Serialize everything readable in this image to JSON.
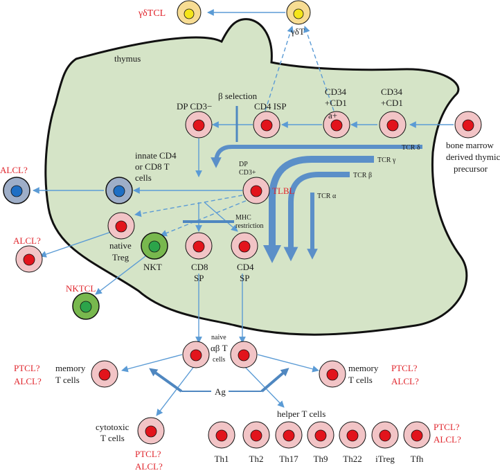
{
  "colors": {
    "thymus_fill": "#d5e4c7",
    "cell_pink": "#f2c4c6",
    "nucleus_red": "#e2141c",
    "gd_yellow": "#f7dc93",
    "gd_nucleus": "#f5e51a",
    "innate_grey": "#9eaec8",
    "innate_nucleus": "#1f6fc4",
    "nkt_green": "#78b84e",
    "nkt_nucleus": "#2ca44a",
    "arrow_blue": "#5b9bd5",
    "tcr_bar": "#5b8fc8",
    "malignancy_red": "#e0242b"
  },
  "labels": {
    "gdtcl": "γδTCL",
    "gdt": "γδT",
    "thymus": "thymus",
    "beta_selection": "β selection",
    "dp_cd3_minus": "DP CD3−",
    "cd4_isp": "CD4 ISP",
    "cd34_cd1a_1": "CD34",
    "cd34_cd1a_2": "+CD1",
    "cd34_cd1a_3": "a+",
    "cd34_cd1_1": "CD34",
    "cd34_cd1_2": "+CD1",
    "bm_1": "bone marrow",
    "bm_2": "derived thymic",
    "bm_3": "precursor",
    "tcr_delta": "TCR δ",
    "tcr_gamma": "TCR γ",
    "tcr_beta": "TCR β",
    "tcr_alpha": "TCR α",
    "dp_cd3_plus_1": "DP",
    "dp_cd3_plus_2": "CD3+",
    "innate_1": "innate CD4",
    "innate_2": "or CD8 T",
    "innate_3": "cells",
    "alcl_innate": "ALCL?",
    "tlbl": "TLBL",
    "mhc_1": "MHC",
    "mhc_2": "restriction",
    "alcl_treg": "ALCL?",
    "native_treg_1": "native",
    "native_treg_2": "Treg",
    "nkt": "NKT",
    "cd8_sp_1": "CD8",
    "cd8_sp_2": "SP",
    "cd4_sp_1": "CD4",
    "cd4_sp_2": "SP",
    "nktcl": "NKTCL",
    "naive_1": "naive",
    "naive_2": "αβ T",
    "naive_3": "cells",
    "memory_left_1": "memory",
    "memory_left_2": "T cells",
    "ptcl_left": "PTCL?",
    "alcl_left": "ALCL?",
    "memory_right_1": "memory",
    "memory_right_2": "T cells",
    "ptcl_right": "PTCL?",
    "alcl_right": "ALCL?",
    "ag": "Ag",
    "cytotoxic_1": "cytotoxic",
    "cytotoxic_2": "T cells",
    "ptcl_cyto": "PTCL?",
    "alcl_cyto": "ALCL?",
    "helper": "helper T cells",
    "ptcl_helper": "PTCL?",
    "alcl_helper": "ALCL?"
  },
  "helper_subsets": [
    "Th1",
    "Th2",
    "Th17",
    "Th9",
    "Th22",
    "iTreg",
    "Tfh"
  ]
}
